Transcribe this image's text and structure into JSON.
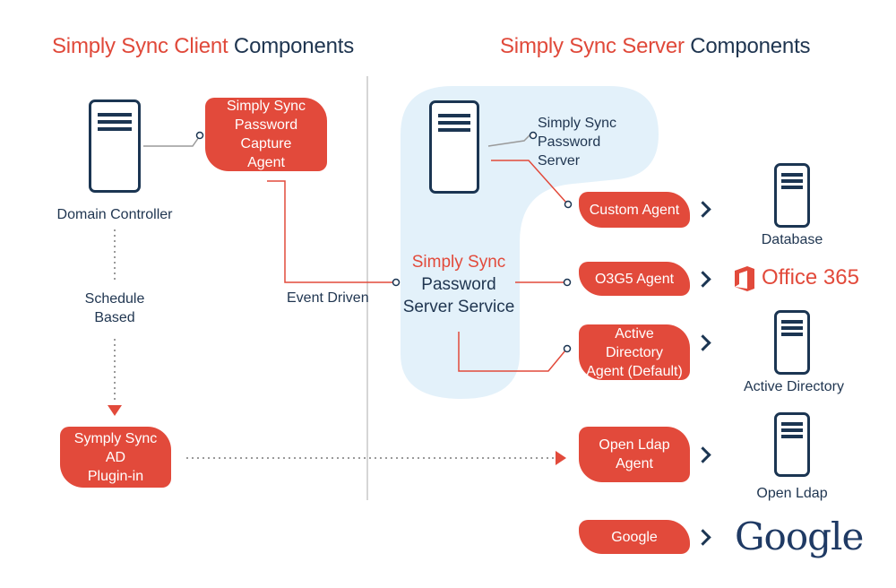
{
  "headings": {
    "client_accent": "Simply Sync Client",
    "client_rest": " Components",
    "server_accent": "Simply Sync Server",
    "server_rest": " Components"
  },
  "client": {
    "domain_controller": "Domain Controller",
    "capture_agent": "Simply Sync\nPassword Capture\nAgent",
    "schedule": "Schedule\nBased",
    "event_driven": "Event Driven",
    "ad_plugin": "Symply Sync AD\nPlugin-in"
  },
  "server": {
    "password_server": "Simply Sync\nPassword Server",
    "service_accent": "Simply Sync",
    "service_rest": "Password\nServer Service"
  },
  "agents": {
    "custom": "Custom Agent",
    "o365": "O3G5 Agent",
    "active_directory": "Active Directory\nAgent (Default)",
    "open_ldap": "Open Ldap\nAgent",
    "google": "Google"
  },
  "targets": {
    "database": "Database",
    "office365": "Office 365",
    "active_directory": "Active Directory",
    "open_ldap": "Open Ldap",
    "google_logo": "Google"
  },
  "colors": {
    "accent": "#e24a3b",
    "navy": "#1f3550",
    "bubble": "#e3f1fa"
  },
  "icons": [
    "server-icon",
    "chevron-right-icon",
    "office-365-logo",
    "google-logo"
  ]
}
